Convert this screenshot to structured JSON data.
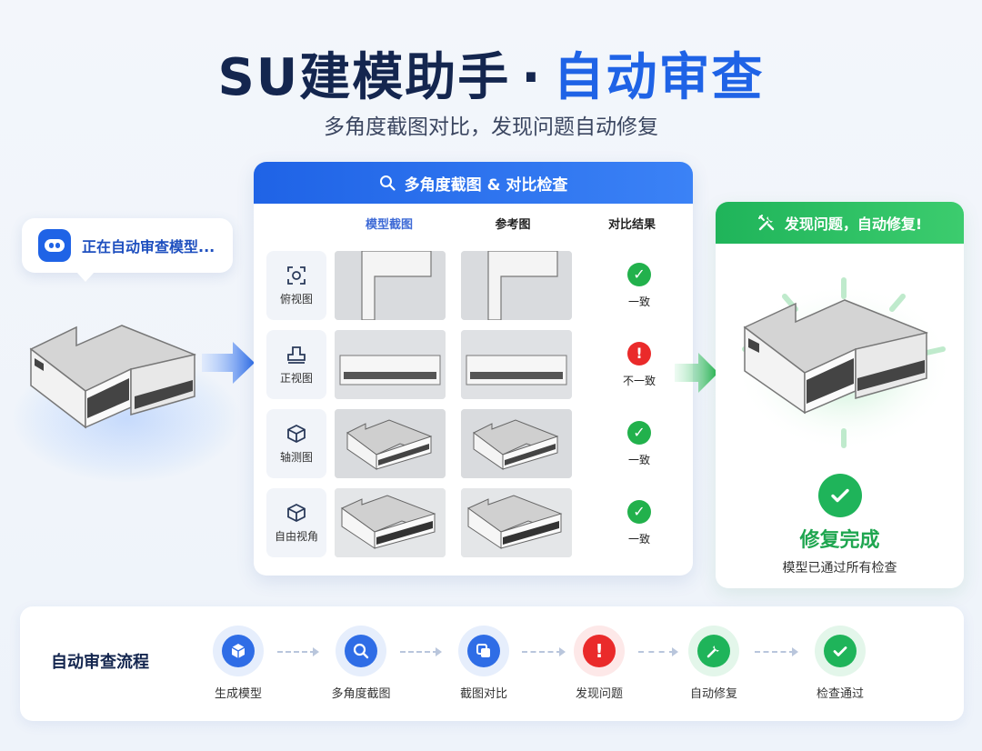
{
  "header": {
    "title_part1": "SU建模助手",
    "title_dot": "·",
    "title_part2": "自动审查",
    "subtitle": "多角度截图对比，发现问题自动修复"
  },
  "left": {
    "status_text": "正在自动审查模型..."
  },
  "center": {
    "panel_title": "多角度截图 & 对比检查",
    "columns": [
      "模型截图",
      "参考图",
      "对比结果"
    ],
    "rows": [
      {
        "view": "俯视图",
        "icon": "top-view-icon",
        "result": "一致",
        "status": "ok"
      },
      {
        "view": "正视图",
        "icon": "front-view-icon",
        "result": "不一致",
        "status": "bad"
      },
      {
        "view": "轴测图",
        "icon": "axonometric-icon",
        "result": "一致",
        "status": "ok"
      },
      {
        "view": "自由视角",
        "icon": "free-view-icon",
        "result": "一致",
        "status": "ok"
      }
    ]
  },
  "right": {
    "panel_title": "发现问题，自动修复!",
    "done_title": "修复完成",
    "done_subtitle": "模型已通过所有检查"
  },
  "flow": {
    "title": "自动审查流程",
    "steps": [
      {
        "label": "生成模型",
        "icon": "cube-icon",
        "color": "blue"
      },
      {
        "label": "多角度截图",
        "icon": "search-icon",
        "color": "blue"
      },
      {
        "label": "截图对比",
        "icon": "compare-icon",
        "color": "blue"
      },
      {
        "label": "发现问题",
        "icon": "alert-icon",
        "color": "red"
      },
      {
        "label": "自动修复",
        "icon": "wrench-icon",
        "color": "green"
      },
      {
        "label": "检查通过",
        "icon": "check-icon",
        "color": "green"
      }
    ]
  },
  "colors": {
    "primary_blue": "#1f63e6",
    "success_green": "#1fb45a",
    "error_red": "#ea2a2a",
    "title_navy": "#14264f"
  }
}
